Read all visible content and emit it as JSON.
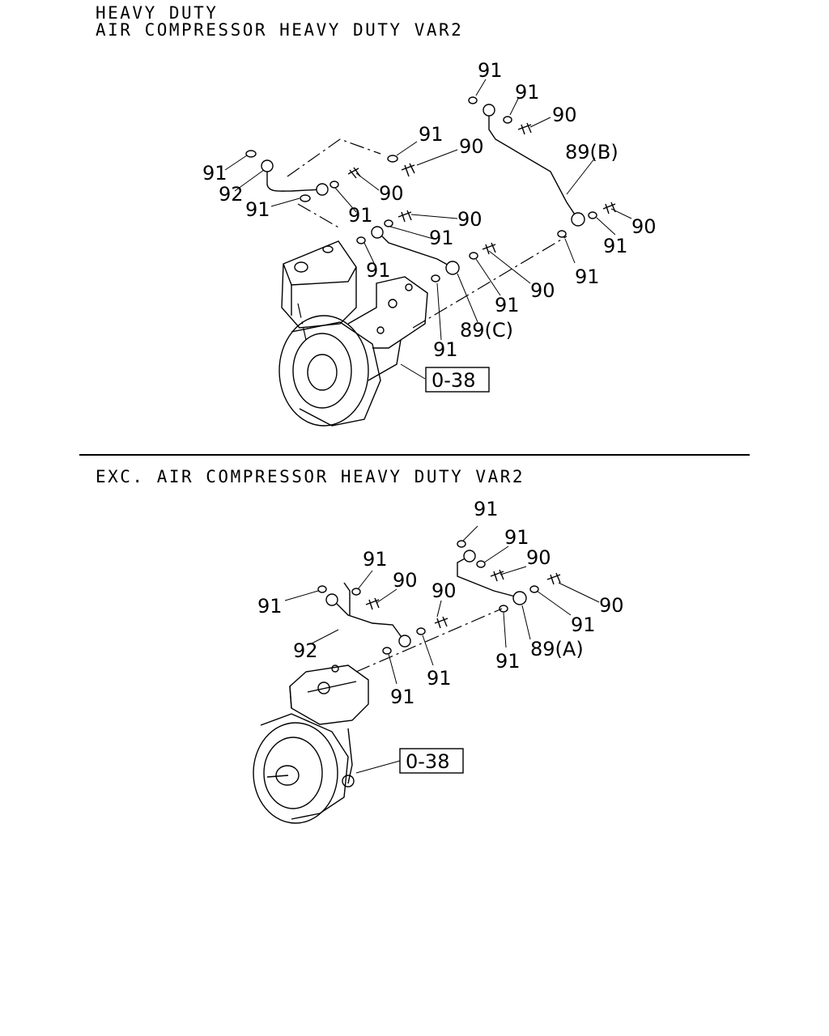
{
  "sections": [
    {
      "heading_lines": [
        "HEAVY DUTY",
        "AIR COMPRESSOR HEAVY DUTY VAR2"
      ],
      "callouts": {
        "a": "91",
        "b": "91",
        "c": "90",
        "d": "89(B)",
        "e": "91",
        "f": "90",
        "g": "91",
        "h": "92",
        "i": "91",
        "j": "90",
        "k": "91",
        "l": "90",
        "m": "91",
        "n": "91",
        "o": "90",
        "p": "91",
        "q": "90",
        "r": "91",
        "s": "91",
        "t": "89(C)",
        "u": "91"
      },
      "reference_box": "0-38"
    },
    {
      "heading_lines": [
        "EXC. AIR COMPRESSOR HEAVY DUTY VAR2"
      ],
      "callouts": {
        "a": "91",
        "b": "91",
        "c": "90",
        "d": "91",
        "e": "90",
        "f": "91",
        "g": "90",
        "h": "90",
        "i": "91",
        "j": "92",
        "k": "91",
        "l": "91",
        "m": "91",
        "n": "89(A)"
      },
      "reference_box": "0-38"
    }
  ],
  "icon": "separator-line"
}
